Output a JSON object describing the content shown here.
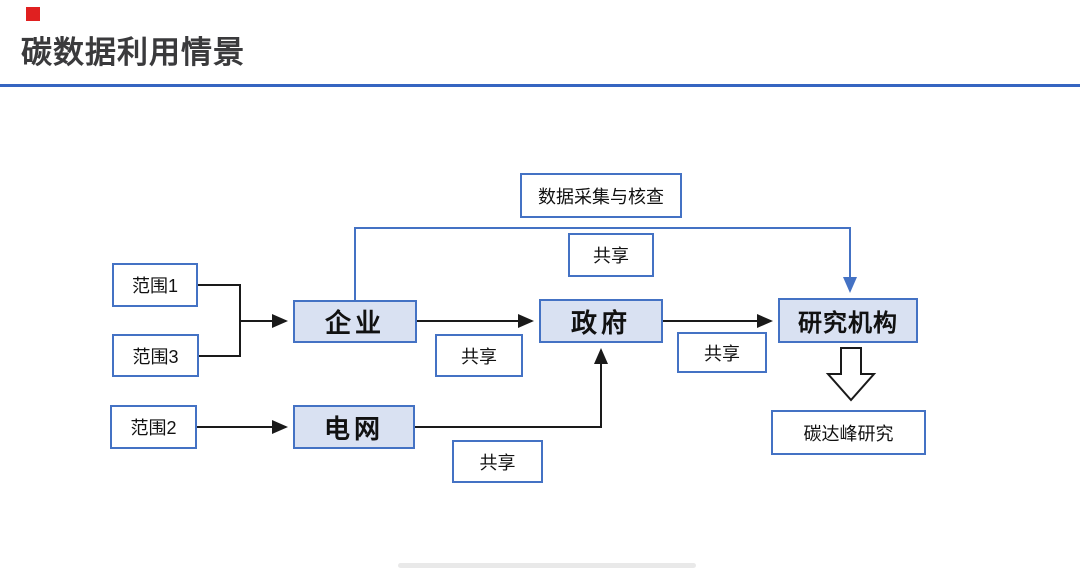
{
  "slide": {
    "title": "碳数据利用情景"
  },
  "labels": {
    "scope1": "范围1",
    "scope3": "范围3",
    "scope2": "范围2",
    "enterprise": "企业",
    "grid": "电网",
    "government": "政府",
    "research_institute": "研究机构",
    "data_collection": "数据采集与核查",
    "share": "共享",
    "carbon_peak_research": "碳达峰研究"
  },
  "colors": {
    "accent_blue": "#4472C4",
    "node_fill_blue": "#D9E1F2",
    "title_underline_blue": "#3565C1",
    "red_marker": "#E02020",
    "line_black": "#1A1A1A"
  },
  "edges": [
    {
      "from": "范围1",
      "to": "企业",
      "style": "black-arrow"
    },
    {
      "from": "范围3",
      "to": "企业",
      "style": "black-arrow"
    },
    {
      "from": "范围2",
      "to": "电网",
      "style": "black-arrow"
    },
    {
      "from": "企业",
      "to": "政府",
      "label": "共享",
      "style": "black-arrow"
    },
    {
      "from": "电网",
      "to": "政府",
      "label": "共享",
      "style": "black-arrow"
    },
    {
      "from": "政府",
      "to": "研究机构",
      "label": "共享",
      "style": "black-arrow"
    },
    {
      "from": "企业",
      "to": "研究机构",
      "label": "数据采集与核查 / 共享",
      "style": "blue-arrow"
    },
    {
      "from": "研究机构",
      "to": "碳达峰研究",
      "style": "hollow-block-arrow"
    }
  ]
}
